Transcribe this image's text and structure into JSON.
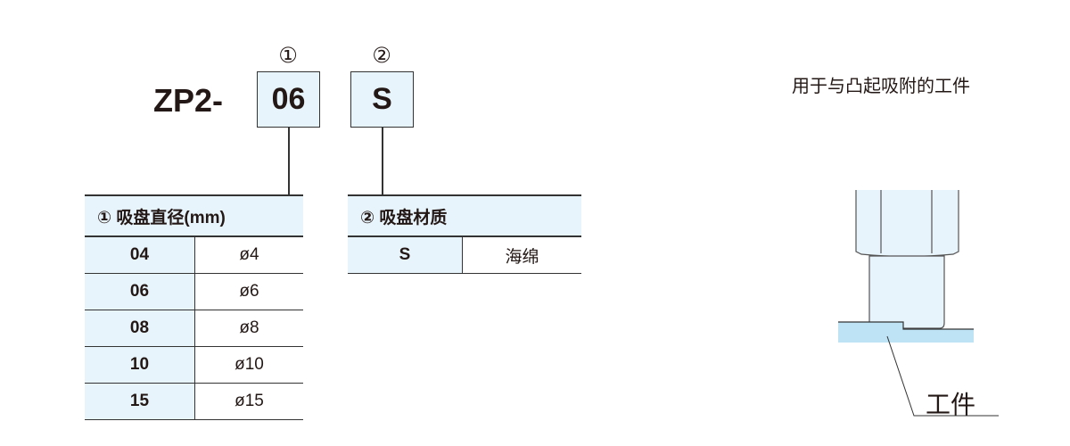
{
  "code": {
    "prefix": "ZP2-",
    "segments": [
      {
        "marker": "①",
        "value": "06"
      },
      {
        "marker": "②",
        "value": "S"
      }
    ]
  },
  "diameter_table": {
    "header": "①  吸盘直径(mm)",
    "rows": [
      {
        "code": "04",
        "value": "ø4"
      },
      {
        "code": "06",
        "value": "ø6"
      },
      {
        "code": "08",
        "value": "ø8"
      },
      {
        "code": "10",
        "value": "ø10"
      },
      {
        "code": "15",
        "value": "ø15"
      }
    ]
  },
  "material_table": {
    "header": "② 吸盘材质",
    "rows": [
      {
        "code": "S",
        "value": "海绵"
      }
    ]
  },
  "illustration": {
    "caption": "用于与凸起吸附的工件",
    "workpiece_label": "工件"
  },
  "colors": {
    "fill": "#e8f4fc",
    "workpiece": "#bde3f5",
    "line": "#333333"
  }
}
